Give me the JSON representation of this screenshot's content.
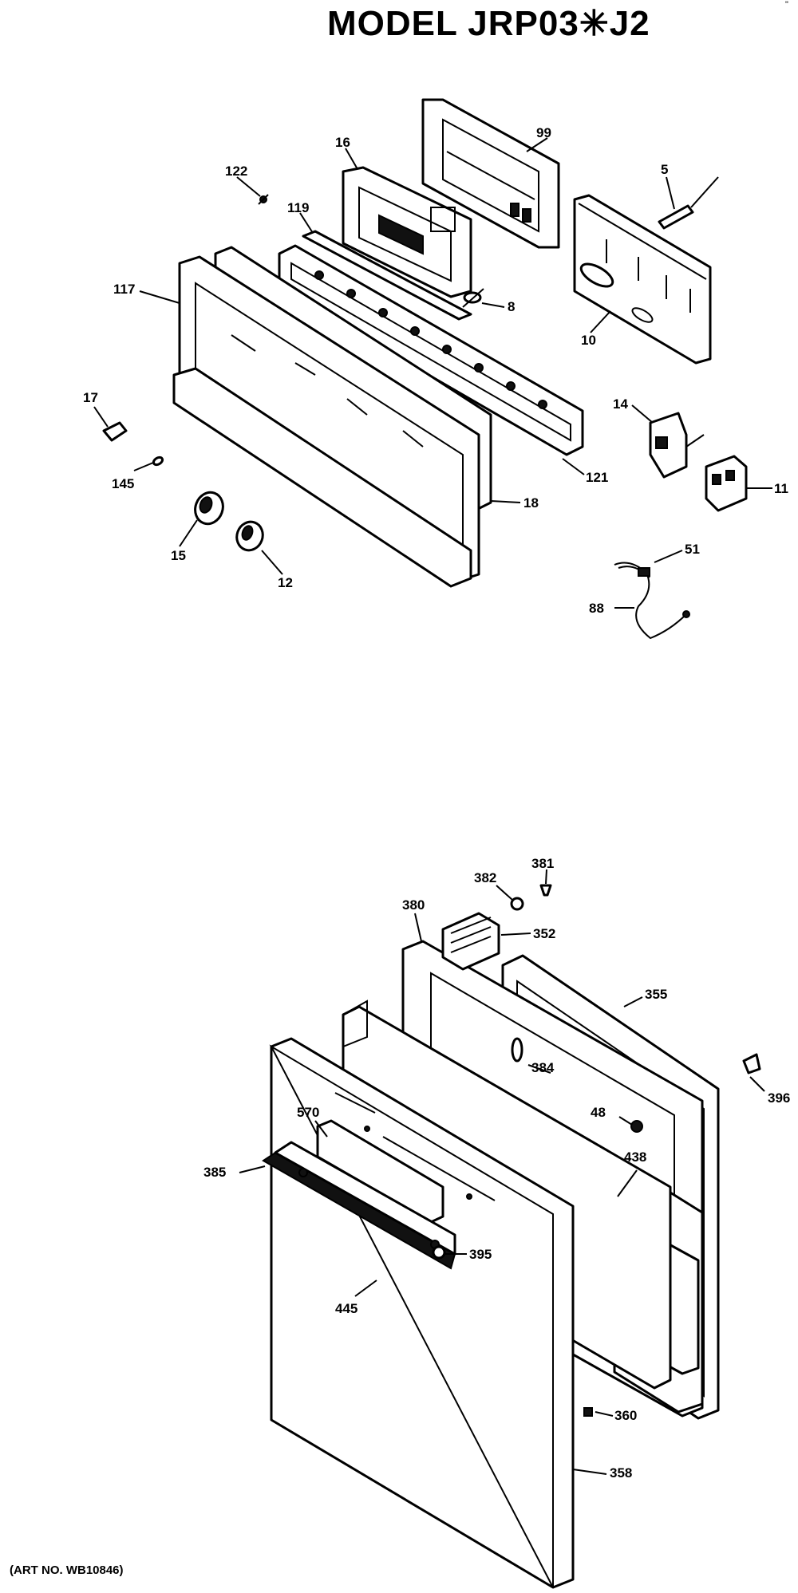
{
  "header": {
    "title": "MODEL JRP03✳J2",
    "corner_mark": "\""
  },
  "footer": {
    "art_number": "(ART NO. WB10846)"
  },
  "callouts": {
    "c122": "122",
    "c16": "16",
    "c99": "99",
    "c5": "5",
    "c119": "119",
    "c117": "117",
    "c8": "8",
    "c10": "10",
    "c17": "17",
    "c14": "14",
    "c145": "145",
    "c121": "121",
    "c18": "18",
    "c11": "11",
    "c15": "15",
    "c12": "12",
    "c51": "51",
    "c88": "88",
    "c381": "381",
    "c382": "382",
    "c380": "380",
    "c352": "352",
    "c355": "355",
    "c385": "385",
    "c570": "570",
    "c384": "384",
    "c48": "48",
    "c396": "396",
    "c438": "438",
    "c395": "395",
    "c445": "445",
    "c360": "360",
    "c358": "358"
  }
}
